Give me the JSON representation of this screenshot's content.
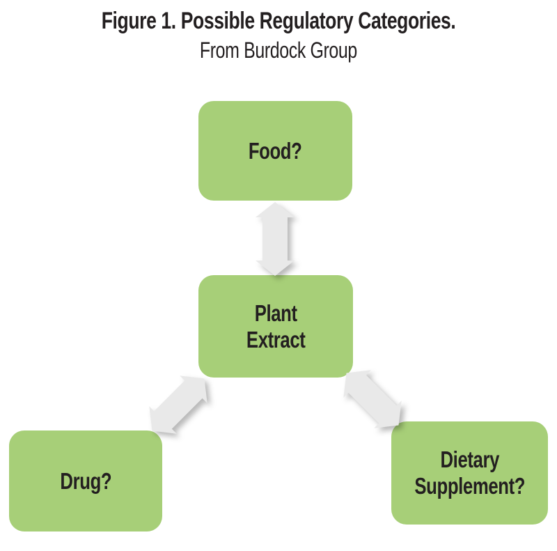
{
  "figure": {
    "title": "Figure 1. Possible Regulatory Categories.",
    "subtitle": "From Burdock Group"
  },
  "nodes": {
    "food": {
      "label": "Food?"
    },
    "plant_extract": {
      "lines": [
        "Plant",
        "Extract"
      ]
    },
    "drug": {
      "label": "Drug?"
    },
    "dietary_supplement": {
      "lines": [
        "Dietary",
        "Supplement?"
      ]
    }
  },
  "connections": [
    {
      "from": "Plant Extract",
      "to": "Food?",
      "style": "double-headed-arrow"
    },
    {
      "from": "Plant Extract",
      "to": "Drug?",
      "style": "double-headed-arrow"
    },
    {
      "from": "Plant Extract",
      "to": "Dietary Supplement?",
      "style": "double-headed-arrow"
    }
  ],
  "colors": {
    "background": "#ffffff",
    "box_fill": "#a7cf78",
    "text_color": "#231f20",
    "arrow_fill": "#e9e9e9"
  }
}
